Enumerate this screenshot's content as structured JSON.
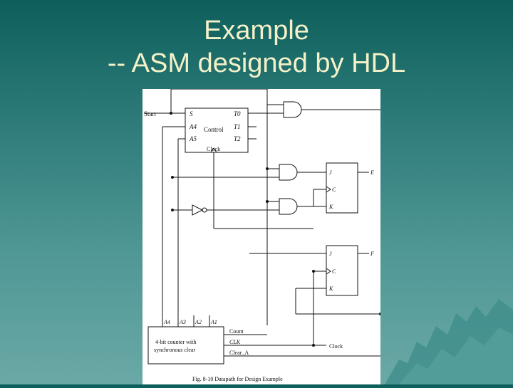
{
  "slide": {
    "title_line1": "Example",
    "title_line2": "-- ASM designed by HDL"
  },
  "diagram": {
    "start_label": "Start",
    "control": {
      "inputs": [
        "S",
        "A4",
        "A5"
      ],
      "outputs": [
        "T0",
        "T1",
        "T2"
      ],
      "name": "Control",
      "clock_label": "Clock"
    },
    "flipflop_e": {
      "j": "J",
      "c": "C",
      "k": "K",
      "output": "E"
    },
    "flipflop_f": {
      "j": "J",
      "c": "C",
      "k": "K",
      "output": "F"
    },
    "counter": {
      "outputs": [
        "A4",
        "A3",
        "A2",
        "A1"
      ],
      "line1": "4-bit counter with",
      "line2": "synchronous clear",
      "inputs": [
        "Count",
        "CLK",
        "Clear_A"
      ]
    },
    "clock_label": "Clock",
    "caption": "Fig. 8-10  Datapath for Design Example"
  },
  "colors": {
    "title": "#f4f1c8",
    "background_top": "#0d5f5c",
    "background_bottom": "#6aa9a6"
  }
}
